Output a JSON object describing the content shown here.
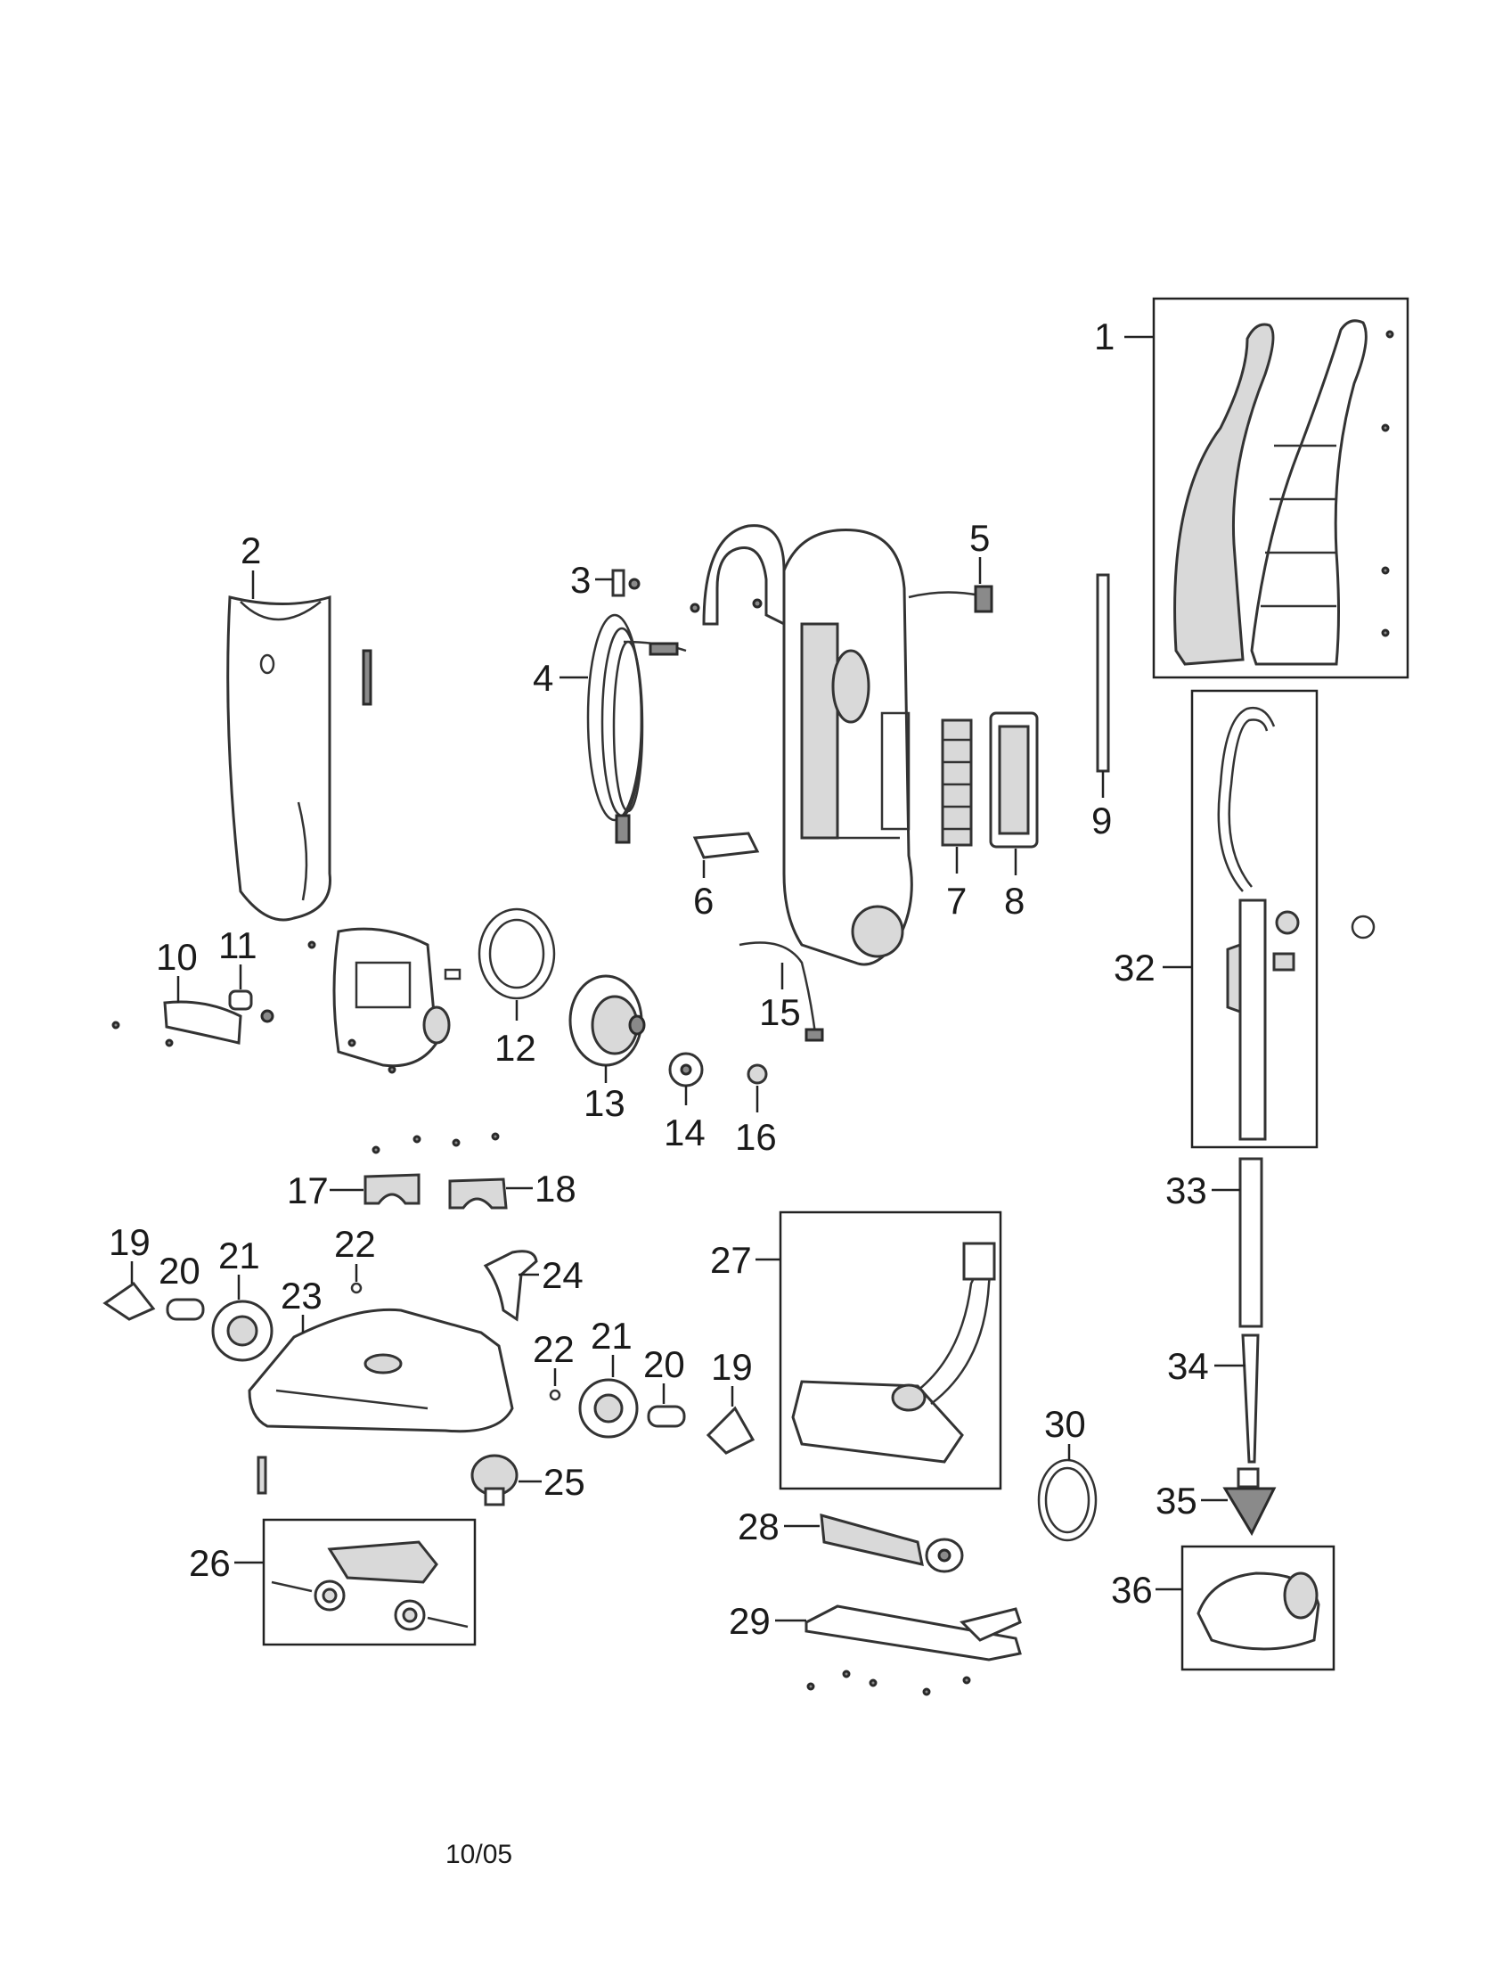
{
  "footer": {
    "date_code": "10/05"
  },
  "callouts": [
    {
      "id": "c1",
      "text": "1"
    },
    {
      "id": "c2",
      "text": "2"
    },
    {
      "id": "c3",
      "text": "3"
    },
    {
      "id": "c4",
      "text": "4"
    },
    {
      "id": "c5",
      "text": "5"
    },
    {
      "id": "c6",
      "text": "6"
    },
    {
      "id": "c7",
      "text": "7"
    },
    {
      "id": "c8",
      "text": "8"
    },
    {
      "id": "c9",
      "text": "9"
    },
    {
      "id": "c10",
      "text": "10"
    },
    {
      "id": "c11",
      "text": "11"
    },
    {
      "id": "c12",
      "text": "12"
    },
    {
      "id": "c13",
      "text": "13"
    },
    {
      "id": "c14",
      "text": "14"
    },
    {
      "id": "c15",
      "text": "15"
    },
    {
      "id": "c16",
      "text": "16"
    },
    {
      "id": "c17",
      "text": "17"
    },
    {
      "id": "c18",
      "text": "18"
    },
    {
      "id": "c19a",
      "text": "19"
    },
    {
      "id": "c20a",
      "text": "20"
    },
    {
      "id": "c21a",
      "text": "21"
    },
    {
      "id": "c22a",
      "text": "22"
    },
    {
      "id": "c23",
      "text": "23"
    },
    {
      "id": "c24",
      "text": "24"
    },
    {
      "id": "c22b",
      "text": "22"
    },
    {
      "id": "c21b",
      "text": "21"
    },
    {
      "id": "c20b",
      "text": "20"
    },
    {
      "id": "c19b",
      "text": "19"
    },
    {
      "id": "c25",
      "text": "25"
    },
    {
      "id": "c26",
      "text": "26"
    },
    {
      "id": "c27",
      "text": "27"
    },
    {
      "id": "c28",
      "text": "28"
    },
    {
      "id": "c29",
      "text": "29"
    },
    {
      "id": "c30",
      "text": "30"
    },
    {
      "id": "c32",
      "text": "32"
    },
    {
      "id": "c33",
      "text": "33"
    },
    {
      "id": "c34",
      "text": "34"
    },
    {
      "id": "c35",
      "text": "35"
    },
    {
      "id": "c36",
      "text": "36"
    }
  ]
}
